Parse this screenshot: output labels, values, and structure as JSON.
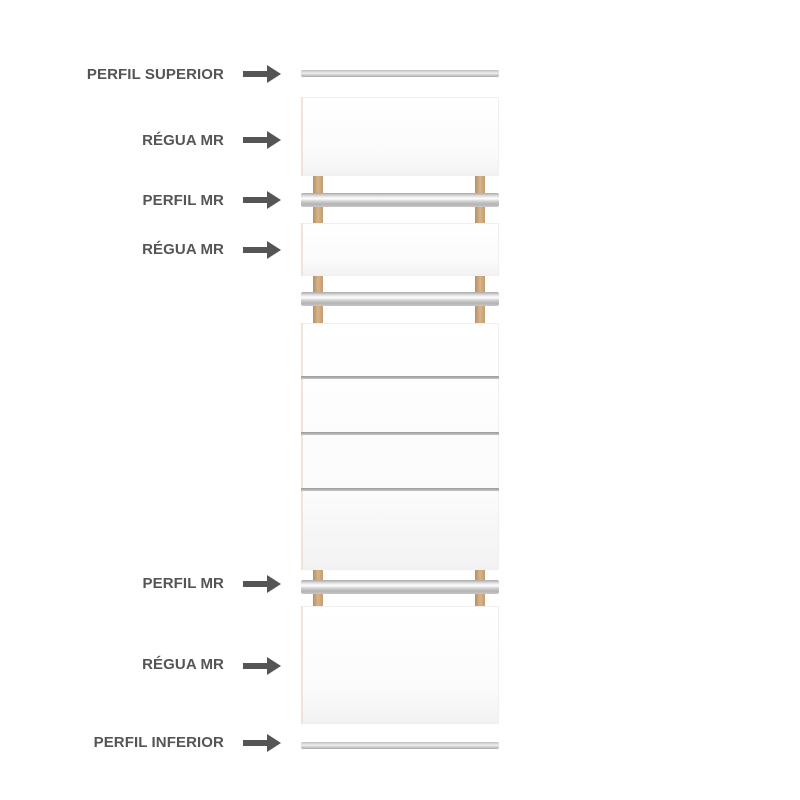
{
  "labels": {
    "perfil_superior": "PERFIL SUPERIOR",
    "regua_mr_1": "RÉGUA MR",
    "perfil_mr_1": "PERFIL MR",
    "regua_mr_2": "RÉGUA MR",
    "perfil_mr_2": "PERFIL MR",
    "regua_mr_3": "RÉGUA MR",
    "perfil_inferior": "PERFIL INFERIOR"
  },
  "colors": {
    "label_text": "#555555",
    "arrow": "#555555",
    "panel": "#ffffff",
    "rail": "#c8c8c8",
    "wood_post": "#c9a47a"
  },
  "icons": {
    "pointer": "right-arrow-icon"
  }
}
